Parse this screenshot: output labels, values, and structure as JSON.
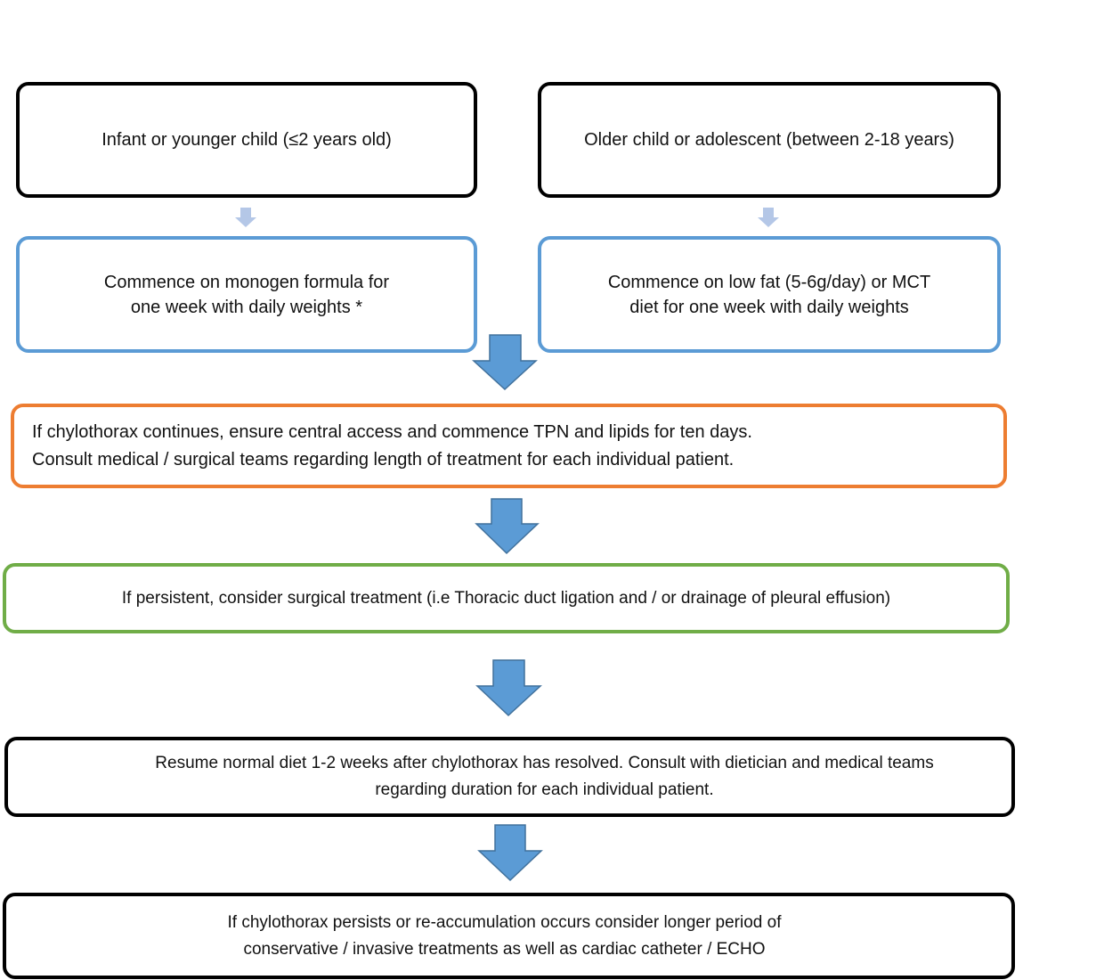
{
  "flowchart": {
    "infant_box": [
      "Infant or younger child (≤2 years old)"
    ],
    "older_box": [
      "Older child or adolescent (between 2-18 years)"
    ],
    "monogen_box": [
      "Commence on monogen formula for",
      "one week with daily weights *"
    ],
    "lowfat_box": [
      "Commence on low fat (5-6g/day) or MCT",
      "diet for one week with daily weights"
    ],
    "tpn_box": [
      "If chylothorax continues, ensure central access and commence TPN and lipids for ten days.",
      "Consult medical / surgical teams regarding length of treatment for each individual patient."
    ],
    "surgical_box": [
      "If persistent, consider surgical treatment (i.e Thoracic duct ligation and / or drainage of pleural effusion)"
    ],
    "resume_box": [
      "Resume normal diet 1-2 weeks after chylothorax has resolved. Consult with dietician and medical teams",
      "regarding duration for each individual patient."
    ],
    "persist_box": [
      "If chylothorax persists or re-accumulation occurs consider longer period of",
      "conservative / invasive treatments as well as cardiac catheter / ECHO"
    ]
  },
  "colors": {
    "black_border": "#000000",
    "blue_border": "#5b9bd5",
    "orange_border": "#ed7d31",
    "green_border": "#70ad47",
    "arrow_fill": "#5b9bd5",
    "small_arrow_fill": "#b4c7e7"
  }
}
